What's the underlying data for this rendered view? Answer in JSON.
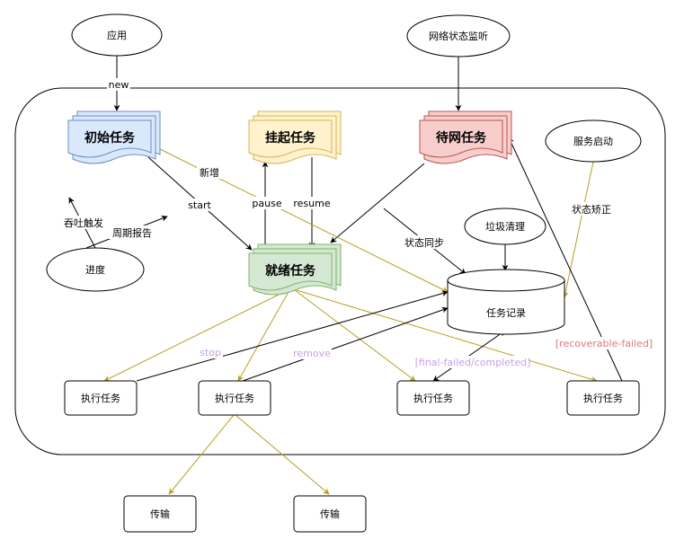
{
  "nodes": {
    "app": "应用",
    "net_monitor": "网络状态监听",
    "service_start": "服务启动",
    "gc": "垃圾清理",
    "progress": "进度",
    "task_record": "任务记录",
    "init_task": "初始任务",
    "suspend_task": "挂起任务",
    "wait_net_task": "待网任务",
    "ready_task": "就绪任务",
    "exec1": "执行任务",
    "exec2": "执行任务",
    "exec3": "执行任务",
    "exec4": "执行任务",
    "transfer1": "传输",
    "transfer2": "传输"
  },
  "edges": {
    "new": "new",
    "start": "start",
    "pause": "pause",
    "resume": "resume",
    "add": "新增",
    "state_sync": "状态同步",
    "state_fix": "状态矫正",
    "throughput": "吞吐触发",
    "periodic": "周期报告",
    "stop": "stop",
    "remove": "remove",
    "final": "[final-failed/completed]",
    "recoverable": "[recoverable-failed]"
  },
  "colors": {
    "init_fill": "#dae8fc",
    "init_stroke": "#6c8ebf",
    "suspend_fill": "#fff2cc",
    "suspend_stroke": "#d6b656",
    "wait_fill": "#f8cecc",
    "wait_stroke": "#b85450",
    "ready_fill": "#d5e8d4",
    "ready_stroke": "#82b366",
    "gold_edge": "#b8a020",
    "purple_label": "#c9a0e8",
    "red_label": "#e07878"
  }
}
